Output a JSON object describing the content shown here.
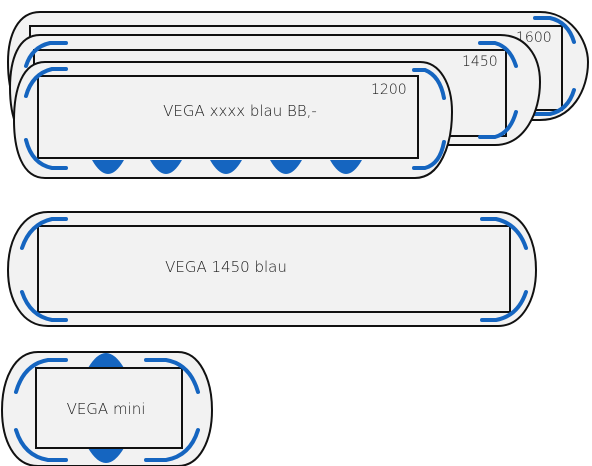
{
  "figure": {
    "colors": {
      "outline": "#111111",
      "fill": "#f2f2f2",
      "accent": "#1565c0",
      "background": "#ffffff"
    },
    "bars": [
      {
        "id": "stack",
        "label": "VEGA xxxx blau BB,-",
        "sizes": [
          "1200",
          "1450",
          "1600"
        ],
        "bumps": 5
      },
      {
        "id": "vega-1450",
        "label": "VEGA 1450 blau"
      },
      {
        "id": "vega-mini",
        "label": "VEGA mini"
      }
    ]
  }
}
